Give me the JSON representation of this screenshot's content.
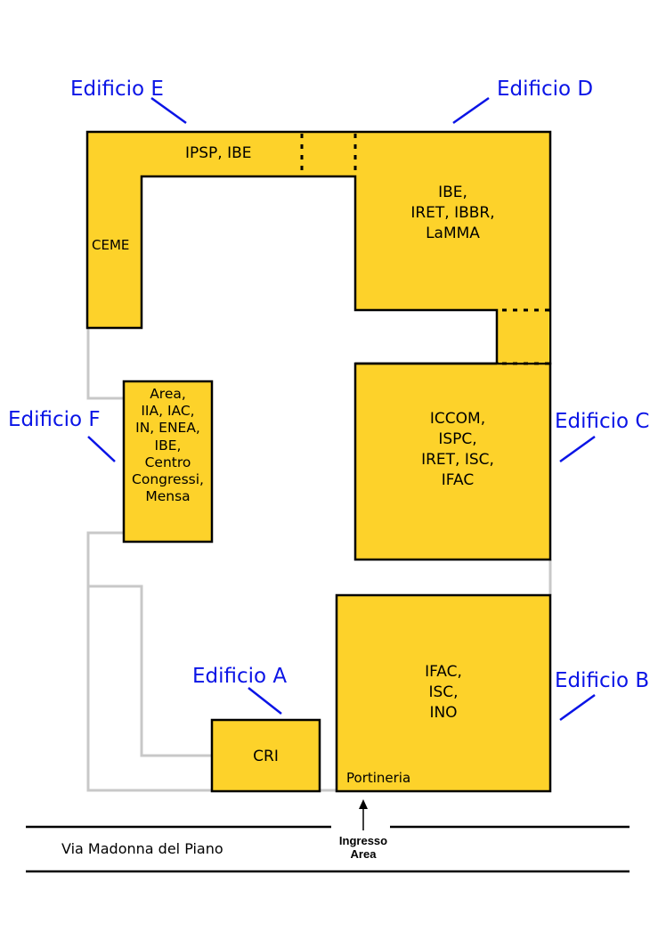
{
  "buildings": {
    "E": {
      "name": "Edificio E",
      "upper": "IPSP, IBE",
      "lower": "CEME"
    },
    "D": {
      "name": "Edificio D",
      "occupants": [
        "IBE,",
        "IRET, IBBR,",
        "LaMMA"
      ]
    },
    "C": {
      "name": "Edificio C",
      "occupants": [
        "ICCOM,",
        "ISPC,",
        "IRET, ISC,",
        "IFAC"
      ]
    },
    "F": {
      "name": "Edificio F",
      "occupants": [
        "Area,",
        "IIA, IAC,",
        "IN, ENEA,",
        "IBE,",
        "Centro",
        "Congressi,",
        "Mensa"
      ]
    },
    "A": {
      "name": "Edificio A",
      "occupants": "CRI"
    },
    "B": {
      "name": "Edificio B",
      "occupants": [
        "IFAC,",
        "ISC,",
        "INO"
      ],
      "portineria": "Portineria"
    }
  },
  "road": "Via Madonna del Piano",
  "entrance": [
    "Ingresso",
    "Area"
  ],
  "colors": {
    "building_fill": "#fdd22a",
    "label_blue": "#0a14e6",
    "path_gray": "#c8c8c8"
  }
}
